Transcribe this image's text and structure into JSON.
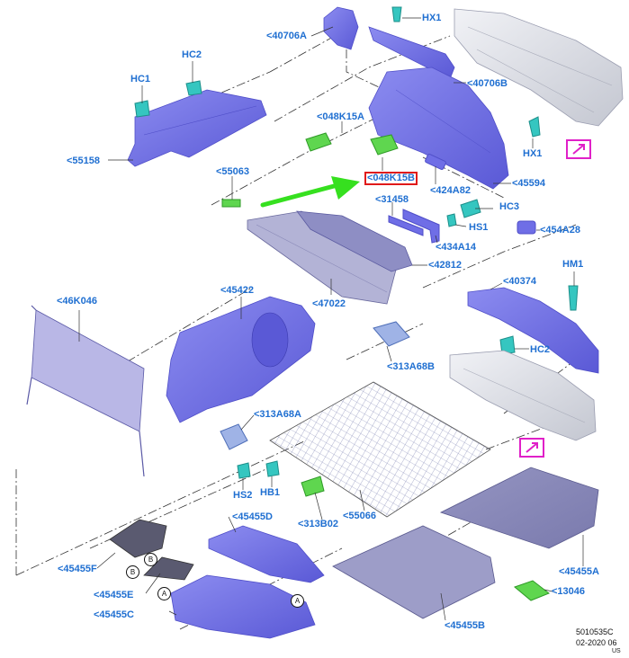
{
  "labels": {
    "l_40706a": "<40706A",
    "l_hx1_top": "HX1",
    "l_40706b": "<40706B",
    "l_hc1": "HC1",
    "l_hc2_top": "HC2",
    "l_048k15a": "<048K15A",
    "l_hx1_right": "HX1",
    "l_55158": "<55158",
    "l_55063": "<55063",
    "l_048k15b": "<048K15B",
    "l_424a82": "<424A82",
    "l_45594": "<45594",
    "l_31458": "<31458",
    "l_hc3": "HC3",
    "l_hs1": "HS1",
    "l_454a28": "<454A28",
    "l_434a14": "<434A14",
    "l_42812": "<42812",
    "l_hm1": "HM1",
    "l_46k046": "<46K046",
    "l_45422": "<45422",
    "l_40374": "<40374",
    "l_47022": "<47022",
    "l_hc2_right": "HC2",
    "l_313a68b": "<313A68B",
    "l_313a68a": "<313A68A",
    "l_hs2": "HS2",
    "l_hb1": "HB1",
    "l_313b02": "<313B02",
    "l_55066": "<55066",
    "l_45455d": "<45455D",
    "l_45455f": "<45455F",
    "l_45455a": "<45455A",
    "l_45455e": "<45455E",
    "l_13046": "<13046",
    "l_45455c": "<45455C",
    "l_45455b": "<45455B"
  },
  "callouts": {
    "b1": "B",
    "b2": "B",
    "a1": "A",
    "a2": "A"
  },
  "ref_code": "5010535C",
  "ref_date": "02-2020 06",
  "ref_tail": "US",
  "colors": {
    "trim": "#6f6ee6",
    "trim_dark": "#4f4ec8",
    "gray_part": "#e4e6ec",
    "gray_dark": "#b9bcc7",
    "green_part": "#5fd64f",
    "teal_clip": "#35c6c0",
    "label_blue": "#1f6fd1",
    "highlight_red": "#e01a1a",
    "arrow_green": "#36e01f",
    "marker_pink": "#e020c8"
  }
}
